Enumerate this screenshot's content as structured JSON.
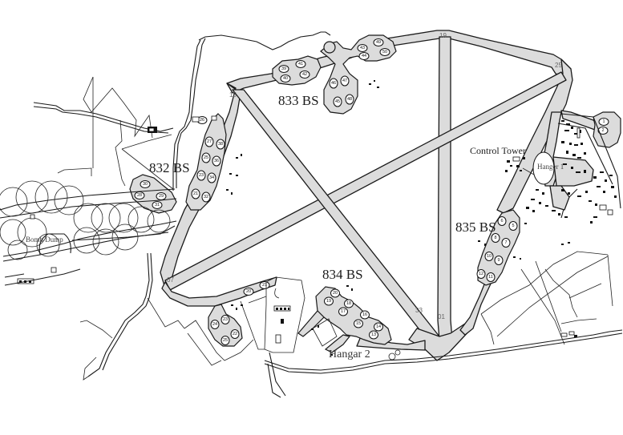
{
  "map": {
    "type": "airfield-plan",
    "squadron_labels": [
      {
        "id": "833",
        "text": "833 BS"
      },
      {
        "id": "832",
        "text": "832 BS"
      },
      {
        "id": "834",
        "text": "834 BS"
      },
      {
        "id": "835",
        "text": "835 BS"
      }
    ],
    "facility_labels": {
      "control_tower": "Control Tower",
      "hangar_1": "Hanger 1",
      "hangar_2": "Hangar 2",
      "bomb_dump": "Bomb Dump"
    },
    "runway_numbers": {
      "r19": "19",
      "r25": "25",
      "r15": "15",
      "r07": "07",
      "r33": "33",
      "r01": "01"
    },
    "hardstands": {
      "bs833": [
        "39",
        "41",
        "40",
        "42",
        "43",
        "49",
        "44",
        "50",
        "46",
        "47",
        "45",
        "48"
      ],
      "bs832": [
        "27",
        "38",
        "25",
        "36",
        "23",
        "34",
        "21",
        "32",
        "30",
        "28",
        "29",
        "31"
      ],
      "bs834": [
        "20",
        "19",
        "18",
        "17",
        "16",
        "15",
        "14",
        "13"
      ],
      "bs834_west": [
        "21",
        "20",
        "22",
        "23",
        "24",
        "25"
      ],
      "bs835": [
        "6",
        "5",
        "8",
        "7",
        "10",
        "9",
        "12",
        "11"
      ],
      "east": [
        "1",
        "2"
      ],
      "misc": [
        "26"
      ]
    },
    "colors": {
      "pavement": "#dcdcdc",
      "ink": "#1a1a1a",
      "background": "#ffffff"
    }
  }
}
